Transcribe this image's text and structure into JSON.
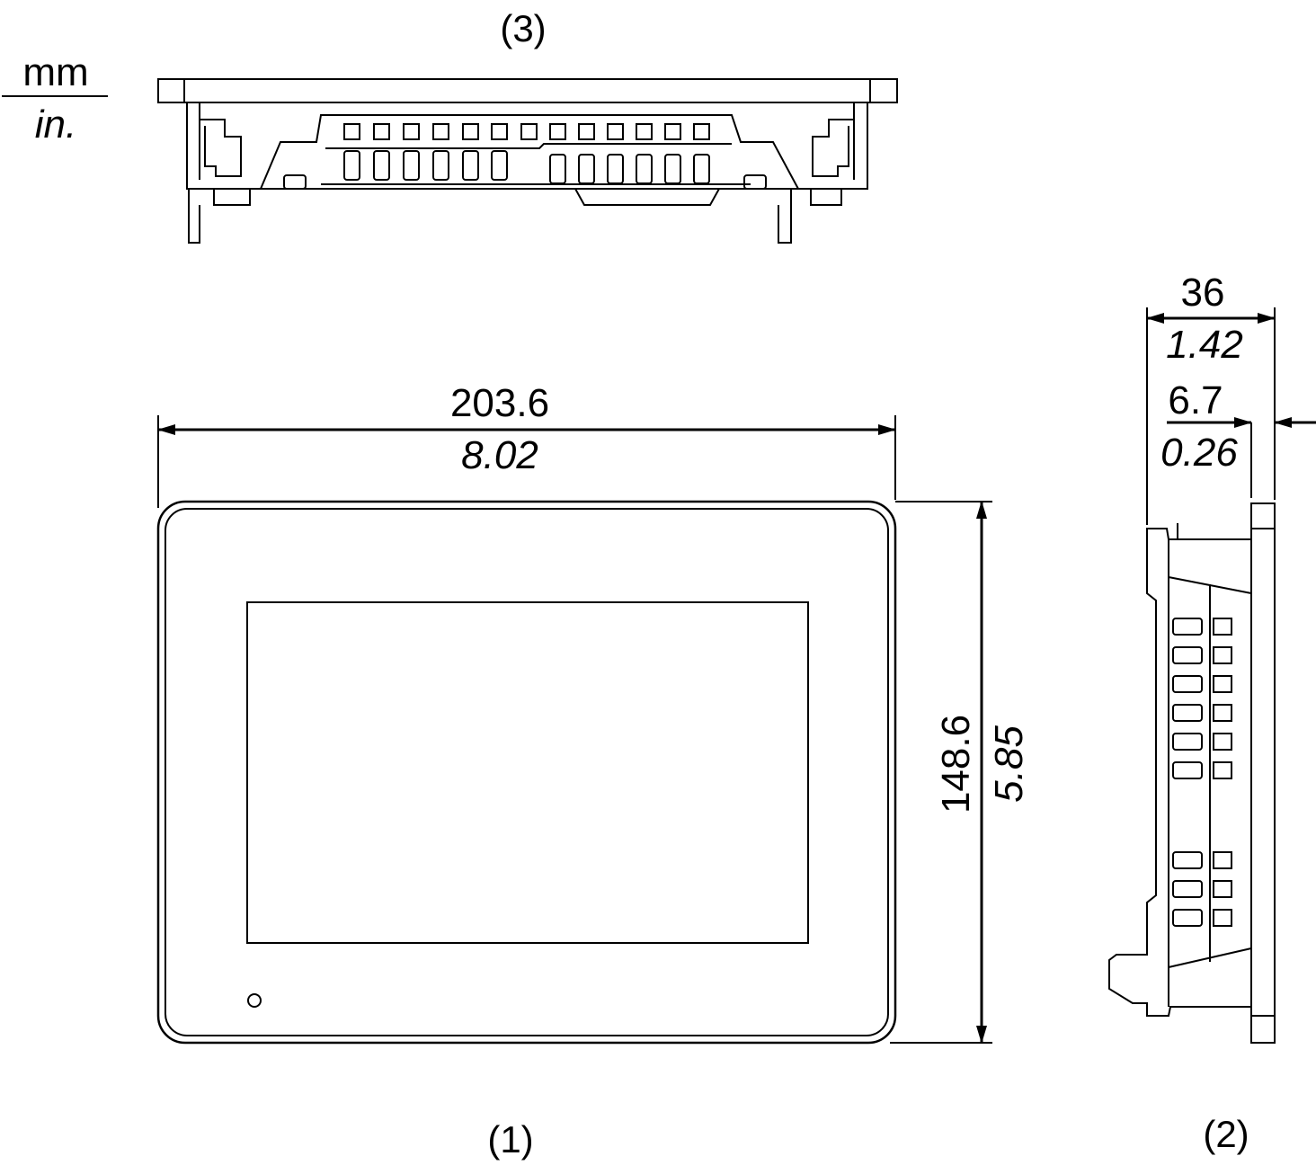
{
  "units": {
    "primary": "mm",
    "secondary": "in."
  },
  "views": {
    "front": "(1)",
    "side": "(2)",
    "top": "(3)"
  },
  "dimensions": {
    "width": {
      "mm": "203.6",
      "in": "8.02"
    },
    "height": {
      "mm": "148.6",
      "in": "5.85"
    },
    "depth": {
      "mm": "36",
      "in": "1.42"
    },
    "bezel": {
      "mm": "6.7",
      "in": "0.26"
    }
  },
  "colors": {
    "line": "#000000",
    "background": "#ffffff"
  }
}
